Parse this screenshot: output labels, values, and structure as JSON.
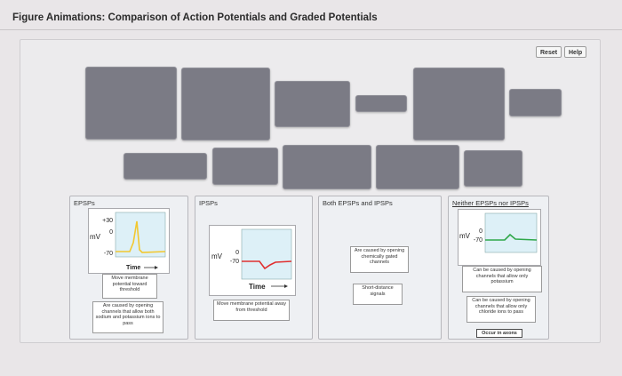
{
  "app": {
    "title": "Figure Animations: Comparison of Action Potentials and Graded Potentials"
  },
  "toolbar": {
    "reset_label": "Reset",
    "help_label": "Help"
  },
  "bins": {
    "epsps": {
      "title": "EPSPs",
      "graph": {
        "ticks": [
          "+30",
          "0",
          "-70"
        ],
        "unit": "mV",
        "xlabel": "Time"
      },
      "cards": [
        "Move membrane potential toward threshold",
        "Are caused by opening channels that allow both sodium and potassium ions to pass"
      ]
    },
    "ipsps": {
      "title": "IPSPs",
      "graph": {
        "ticks": [
          "0",
          "-70"
        ],
        "unit": "mV",
        "xlabel": "Time"
      },
      "cards": [
        "Move membrane potential away from threshold"
      ]
    },
    "both": {
      "title": "Both EPSPs and IPSPs",
      "cards": [
        "Are caused by opening chemically gated channels",
        "Short-distance signals"
      ]
    },
    "neither": {
      "title": "Neither EPSPs nor IPSPs",
      "graph": {
        "ticks": [
          "0",
          "-70"
        ],
        "unit": "mV"
      },
      "cards": [
        "Can be caused by opening channels that allow only potassium",
        "Can be caused by opening channels that allow only chloride ions to pass",
        "Occur in axons"
      ]
    }
  },
  "colors": {
    "tile": "#7b7b85",
    "graph_bg": "#ddf0f7",
    "epsp_trace": "#f2c830",
    "ipsp_trace": "#e03030",
    "neither_trace": "#2fa84a"
  }
}
